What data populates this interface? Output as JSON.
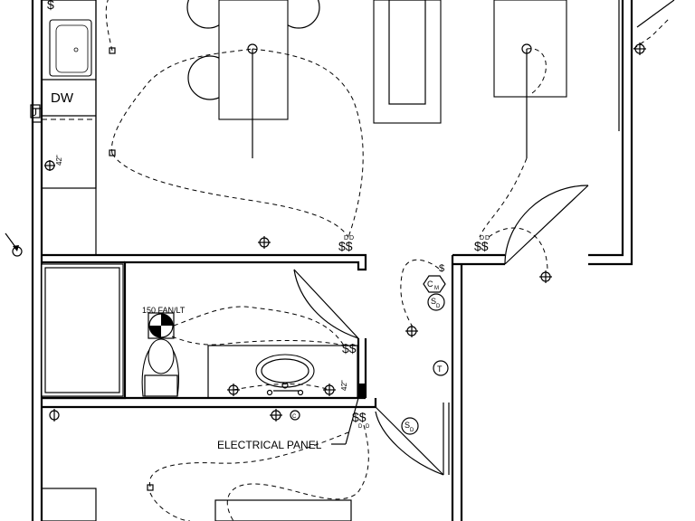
{
  "labels": {
    "dishwasher": "DW",
    "junction": "J",
    "fan_light": "150 FAN/LT",
    "electrical_panel": "ELECTRICAL PANEL",
    "outlet_height": "42\"",
    "outlet_height_bath": "42\""
  },
  "symbols": {
    "switch": "$",
    "double_switch": "$$",
    "dimmer_sub": "D",
    "thermostat": "T",
    "smoke_detector": "S",
    "smoke_detector_sub": "D",
    "co_detector": "C",
    "co_detector_sub": "M",
    "gfci": "G"
  },
  "colors": {
    "line": "#000000",
    "background": "#ffffff"
  }
}
